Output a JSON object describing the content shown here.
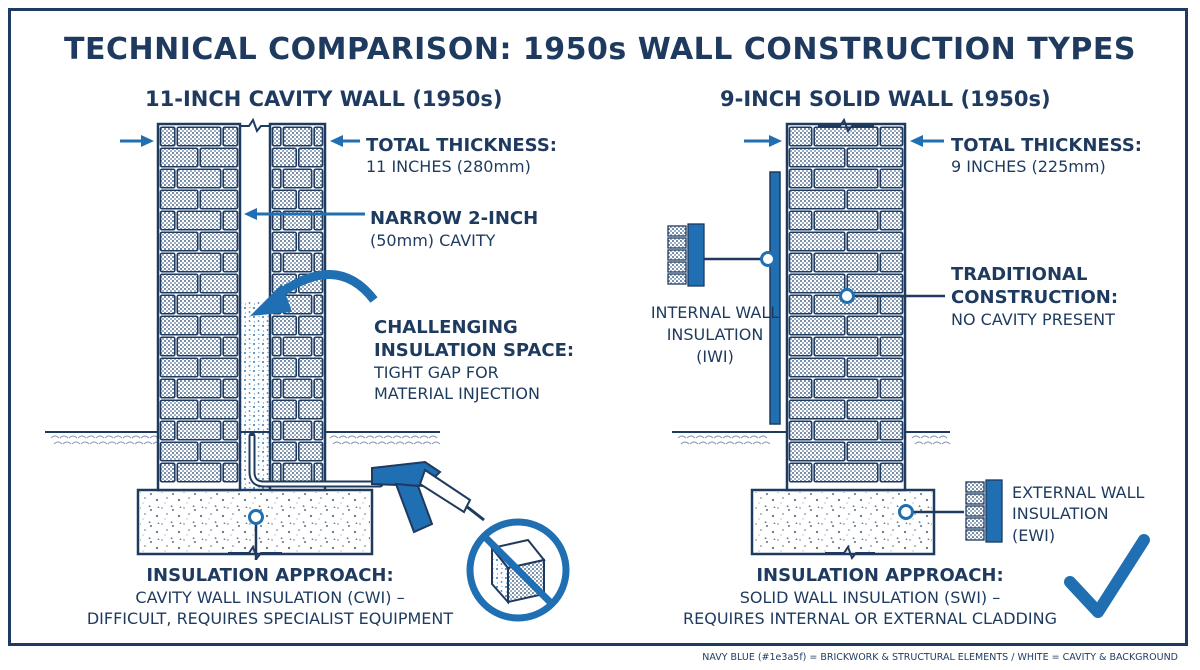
{
  "title": "TECHNICAL COMPARISON: 1950s WALL CONSTRUCTION TYPES",
  "left": {
    "heading": "11-INCH CAVITY WALL (1950s)",
    "thickness_label": "TOTAL THICKNESS:",
    "thickness_value": "11 INCHES (280mm)",
    "cavity_label": "NARROW 2-INCH",
    "cavity_value": "(50mm) CAVITY",
    "challenge_line1": "CHALLENGING",
    "challenge_line2": "INSULATION SPACE:",
    "challenge_desc1": "TIGHT GAP FOR",
    "challenge_desc2": "MATERIAL INJECTION",
    "approach_label": "INSULATION APPROACH:",
    "approach_line1": "CAVITY WALL INSULATION (CWI) –",
    "approach_line2": "DIFFICULT, REQUIRES SPECIALIST EQUIPMENT"
  },
  "right": {
    "heading": "9-INCH SOLID WALL (1950s)",
    "thickness_label": "TOTAL THICKNESS:",
    "thickness_value": "9 INCHES (225mm)",
    "iwi_line1": "INTERNAL WALL",
    "iwi_line2": "INSULATION",
    "iwi_line3": "(IWI)",
    "trad_line1": "TRADITIONAL",
    "trad_line2": "CONSTRUCTION:",
    "trad_desc": "NO CAVITY PRESENT",
    "ewi_line1": "EXTERNAL WALL",
    "ewi_line2": "INSULATION",
    "ewi_line3": "(EWI)",
    "approach_label": "INSULATION APPROACH:",
    "approach_line1": "SOLID WALL INSULATION (SWI) –",
    "approach_line2": "REQUIRES INTERNAL OR EXTERNAL CLADDING"
  },
  "footer": "NAVY BLUE (#1e3a5f) = BRICKWORK & STRUCTURAL ELEMENTS / WHITE = CAVITY & BACKGROUND",
  "colors": {
    "navy": "#1e3a5f",
    "accent_blue": "#1f6fb2",
    "background": "#ffffff"
  },
  "icons": [
    "arrow-icon",
    "injection-gun-icon",
    "prohibited-icon",
    "checkmark-icon",
    "callout-dot-icon"
  ]
}
